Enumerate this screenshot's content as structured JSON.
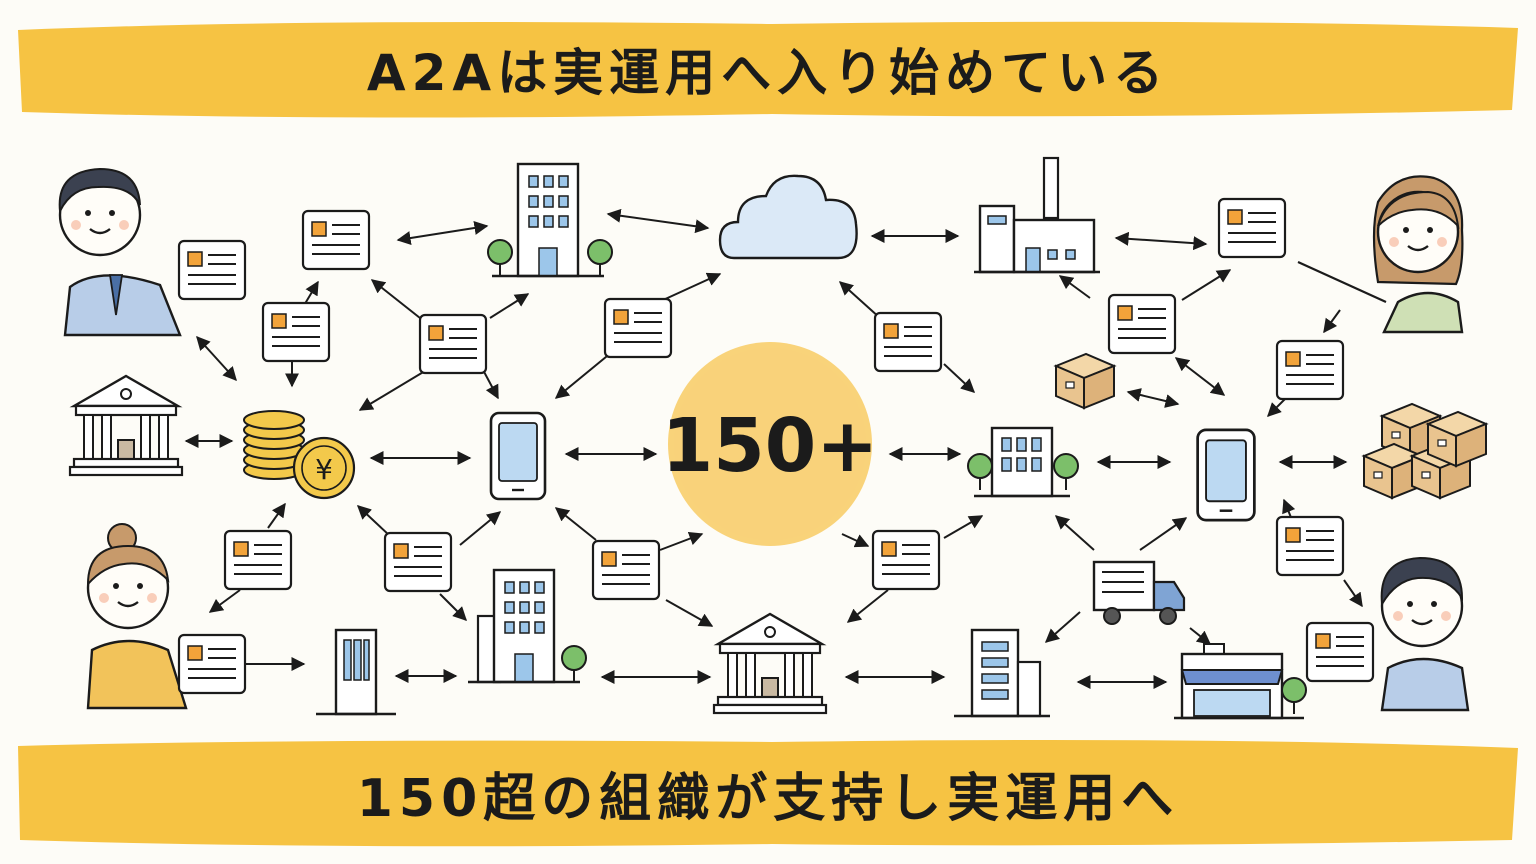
{
  "header": {
    "title": "A2Aは実運用へ入り始めている"
  },
  "center_badge": {
    "label": "150+"
  },
  "footer": {
    "caption": "150超の組織が支持し実運用へ"
  },
  "colors": {
    "banner": "#f6c343",
    "badge": "#f8cf6f",
    "ink": "#1b1b1b",
    "accent_orange": "#f2a33a",
    "window_blue": "#9cc6ea",
    "tree_green": "#7cbf6a",
    "coin_gold": "#f3c94b",
    "box_tan": "#e9c48f"
  },
  "nodes": [
    {
      "name": "person-businessman-icon"
    },
    {
      "name": "person-woman-right-icon"
    },
    {
      "name": "person-woman-left-icon"
    },
    {
      "name": "person-man-right-icon"
    },
    {
      "name": "bank-icon"
    },
    {
      "name": "coins-yen-icon"
    },
    {
      "name": "smartphone-icon"
    },
    {
      "name": "tablet-icon"
    },
    {
      "name": "cloud-icon"
    },
    {
      "name": "factory-icon"
    },
    {
      "name": "office-building-icon"
    },
    {
      "name": "truck-icon"
    },
    {
      "name": "store-icon"
    },
    {
      "name": "cardboard-box-icon"
    },
    {
      "name": "id-card-icon"
    }
  ]
}
